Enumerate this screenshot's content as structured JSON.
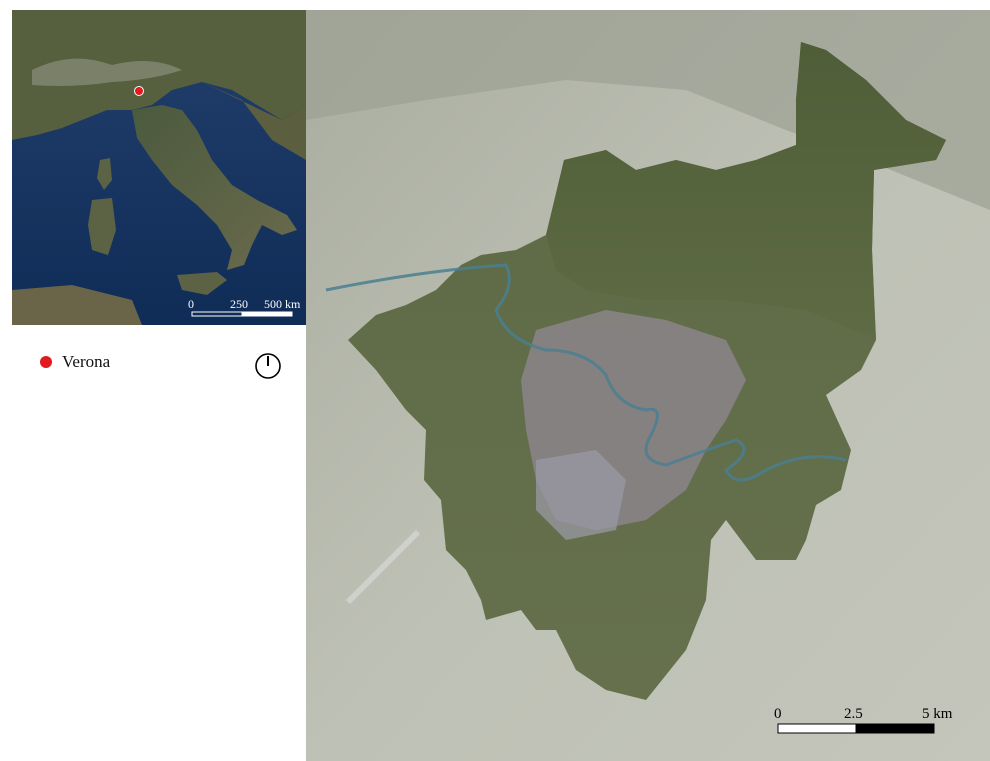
{
  "legend": {
    "city_label": "Verona",
    "city_color": "#e11a1f"
  },
  "inset_map": {
    "scale_labels": [
      "0",
      "250",
      "500 km"
    ],
    "location_marker_color": "#e11a1f"
  },
  "main_map": {
    "scale_labels": [
      "0",
      "2.5",
      "5 km"
    ],
    "river_color": "#4a7f90"
  },
  "icons": {
    "north_arrow": "north-arrow-icon",
    "location_marker": "location-dot-icon"
  }
}
